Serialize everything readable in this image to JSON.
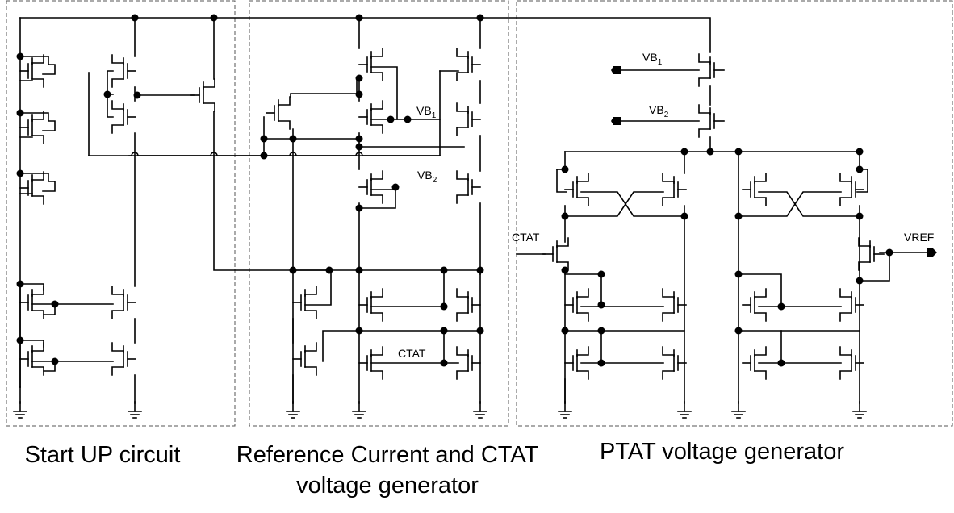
{
  "sections": {
    "startup": {
      "caption": "Start UP circuit"
    },
    "reference": {
      "caption_line1": "Reference Current and CTAT",
      "caption_line2": "voltage generator"
    },
    "ptat": {
      "caption": "PTAT voltage generator"
    }
  },
  "labels": {
    "vb1_main": "VB",
    "vb1_main_sub": "1",
    "vb2_main": "VB",
    "vb2_main_sub": "2",
    "ctat_ref": "CTAT",
    "vb1_ptat": "VB",
    "vb1_ptat_sub": "1",
    "vb2_ptat": "VB",
    "vb2_ptat_sub": "2",
    "ctat_ptat": "CTAT",
    "vref": "VREF"
  }
}
